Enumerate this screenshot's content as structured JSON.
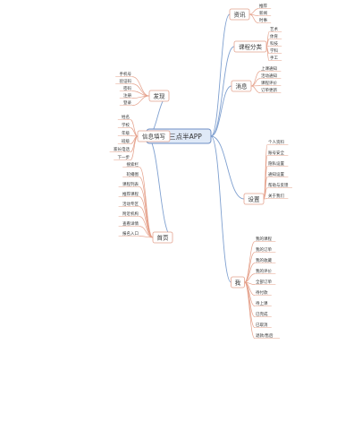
{
  "center": "课后三点半APP",
  "branches": [
    {
      "id": "zixun",
      "label": "资讯",
      "children": [
        "推荐",
        "新闻",
        "时事"
      ]
    },
    {
      "id": "kecheng",
      "label": "课程分类",
      "children": [
        "艺术",
        "体育",
        "科技",
        "学科",
        "手工"
      ]
    },
    {
      "id": "xiaoxi",
      "label": "消息",
      "children": [
        "上课通知",
        "活动通知",
        "课程评价",
        "订单更新"
      ]
    },
    {
      "id": "faxian",
      "label": "发现",
      "children": [
        "手机号",
        "验证码",
        "密码",
        "注册",
        "登录"
      ]
    },
    {
      "id": "shezhi",
      "label": "设置",
      "children": [
        "个人资料",
        "账号安全",
        "隐私设置",
        "通知设置",
        "帮助与反馈",
        "关于我们"
      ]
    },
    {
      "id": "xinxi",
      "label": "信息填写",
      "children": [
        "姓名",
        "学校",
        "年级",
        "班级",
        "家长电话",
        "下一步"
      ]
    },
    {
      "id": "shouye",
      "label": "首页",
      "children": [
        "搜索栏",
        "轮播图",
        "课程列表",
        "推荐课程",
        "活动专区",
        "附近机构",
        "查看详情",
        "报名入口"
      ]
    },
    {
      "id": "wode",
      "label": "我",
      "children": [
        "我的课程",
        "我的订单",
        "我的收藏",
        "我的评价",
        "全部订单",
        "待付款",
        "待上课",
        "已完成",
        "已取消",
        "退款/售后"
      ]
    }
  ]
}
